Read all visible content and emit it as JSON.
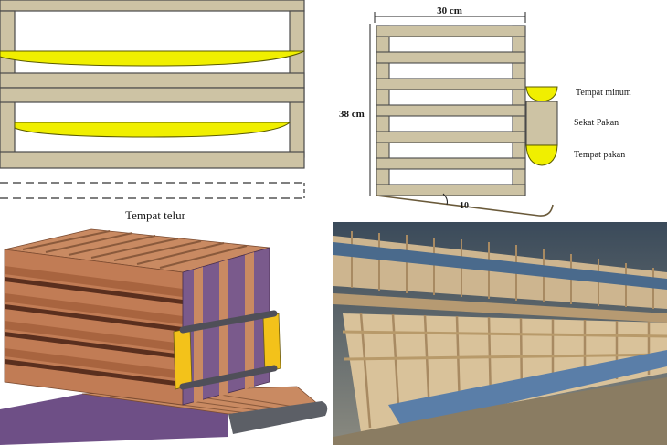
{
  "top_left": {
    "caption": "Tempat telur"
  },
  "top_right": {
    "width_label": "30 cm",
    "height_label": "38 cm",
    "angle_label": "10",
    "labels": {
      "drinker": "Tempat minum",
      "separator": "Sekat Pakan",
      "feeder": "Tempat pakan"
    }
  },
  "colors": {
    "wood": "#cdc3a4",
    "wood_stroke": "#4a4a4a",
    "trough": "#f0ef00",
    "render_wood": "#c98a62",
    "render_purple": "#7a5a8c",
    "render_yellow": "#f3c21a"
  }
}
